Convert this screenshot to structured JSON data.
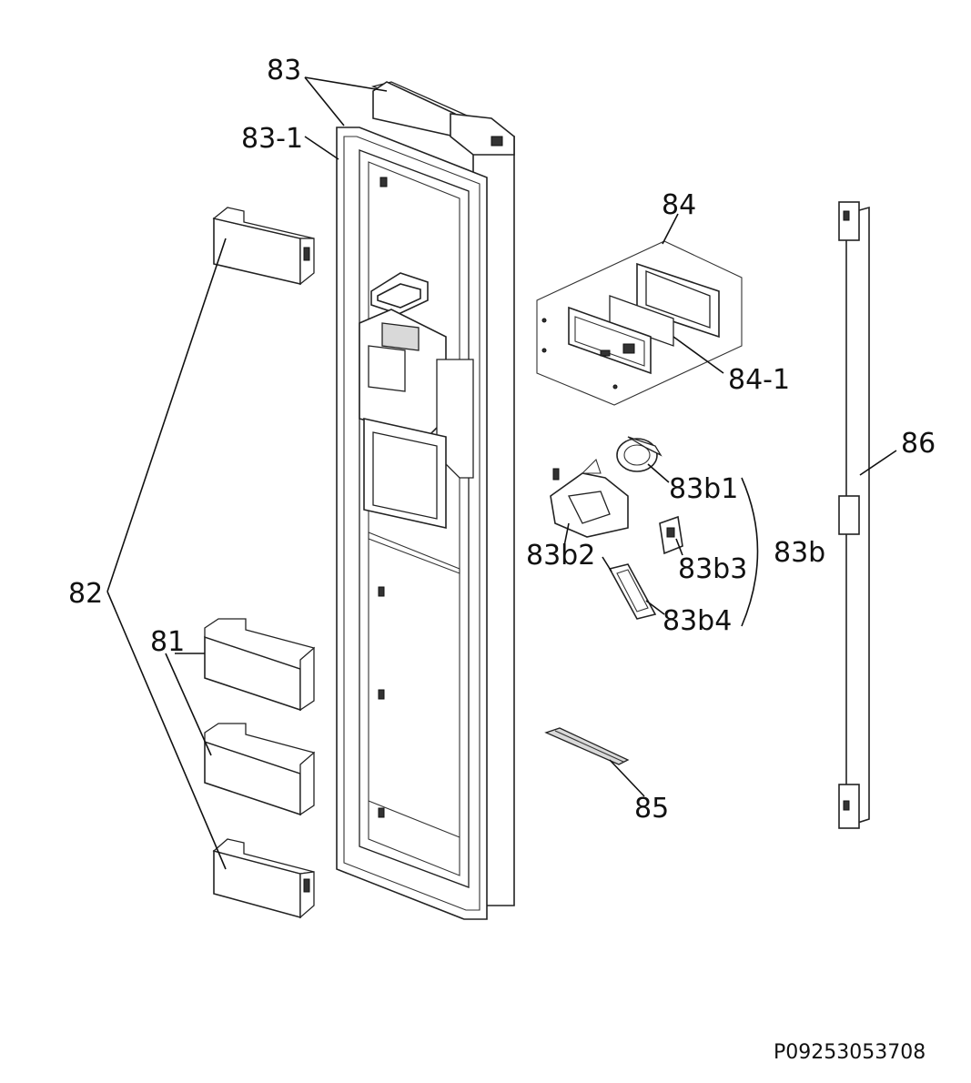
{
  "callouts": {
    "c81": "81",
    "c82": "82",
    "c83": "83",
    "c83_1": "83-1",
    "c84": "84",
    "c84_1": "84-1",
    "c83b": "83b",
    "c83b1": "83b1",
    "c83b2": "83b2",
    "c83b3": "83b3",
    "c83b4": "83b4",
    "c85": "85",
    "c86": "86"
  },
  "diagram_code": "P09253053708"
}
